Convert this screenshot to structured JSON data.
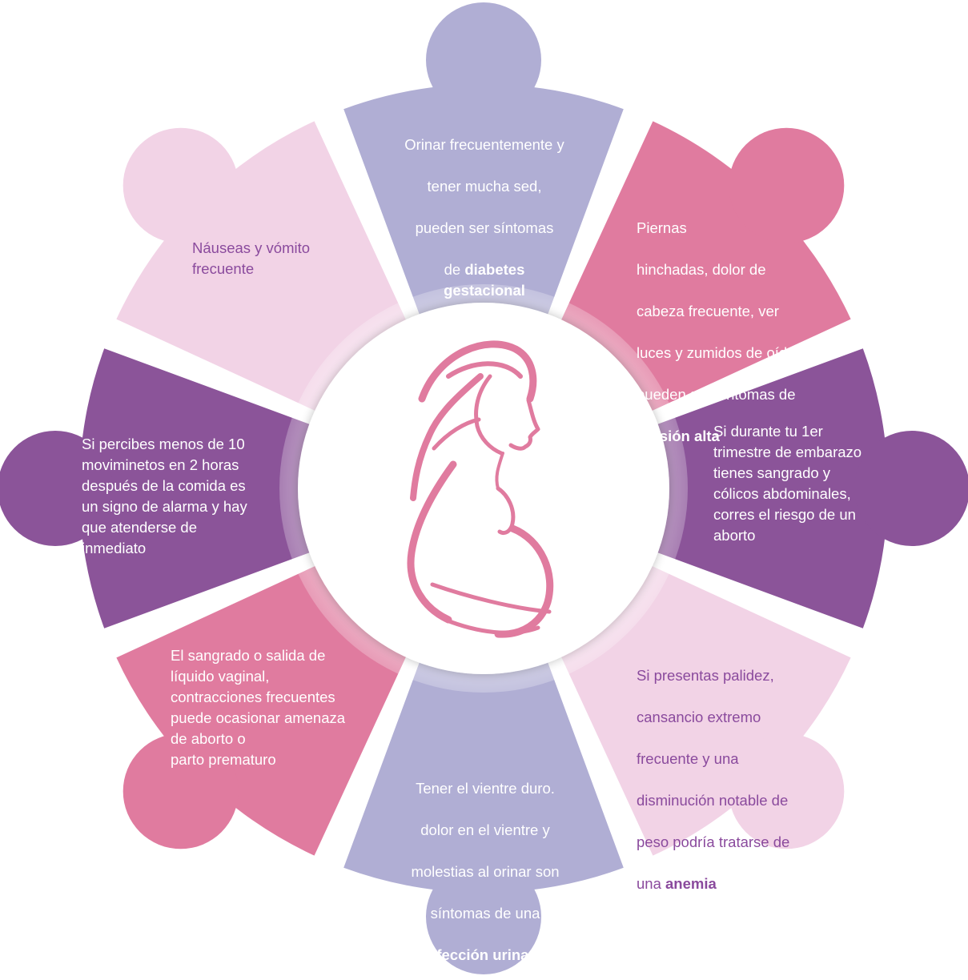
{
  "colors": {
    "light_pink": "#f2d3e6",
    "lavender": "#b0aed4",
    "pink": "#e07b9f",
    "purple": "#8b5499",
    "figure": "#e07b9f"
  },
  "segments": [
    {
      "id": "top",
      "lines": [
        "Orinar frecuentemente y",
        "tener mucha sed,",
        "pueden ser síntomas",
        "de "
      ],
      "bold": "diabetes\ngestacional"
    },
    {
      "id": "top-right",
      "lines": [
        "Piernas",
        "hinchadas, dolor de",
        "cabeza frecuente, ver",
        "luces y zumidos de oídos,",
        "pueden ser síntomas de"
      ],
      "bold": "presión alta"
    },
    {
      "id": "right",
      "text": "Si durante tu 1er\ntrimestre de embarazo\ntienes sangrado y\ncólicos abdominales,\ncorres el riesgo de un\naborto"
    },
    {
      "id": "bottom-right",
      "lines": [
        "Si presentas palidez,",
        "cansancio extremo",
        "frecuente y una",
        "disminución notable de",
        "peso podría tratarse de",
        "una "
      ],
      "bold": "anemia"
    },
    {
      "id": "bottom",
      "lines": [
        "Tener el vientre duro.",
        "dolor en el vientre y",
        "molestias al orinar son",
        "síntomas de una"
      ],
      "bold": "infección urinaria"
    },
    {
      "id": "bottom-left",
      "text": "El sangrado o salida de\n líquido vaginal,\ncontracciones frecuentes\npuede ocasionar amenaza\nde aborto o\nparto prematuro"
    },
    {
      "id": "left",
      "text": "Si percibes menos de 10\nmoviminetos en 2 horas\ndespués de la comida es\nun signo de alarma y hay\nque atenderse de\ninmediato"
    },
    {
      "id": "top-left",
      "text": "Náuseas y vómito\nfrecuente"
    }
  ]
}
